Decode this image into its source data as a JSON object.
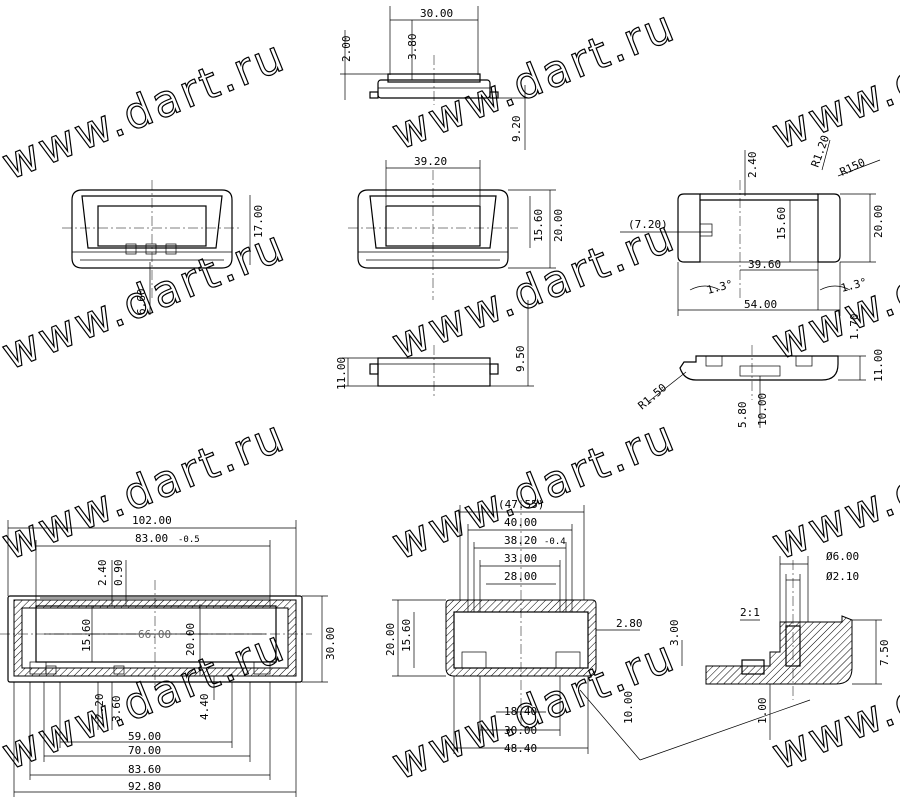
{
  "watermark": "www.dart.ru",
  "scale_label": "2:1",
  "dimensions": {
    "top_view": [
      "30.00",
      "3.80",
      "2.00",
      "9.20"
    ],
    "front_left": [
      "17.00",
      "6.60"
    ],
    "front_mid": [
      "39.20",
      "15.60",
      "20.00"
    ],
    "side_right": [
      "2.40",
      "R1.20",
      "R150",
      "(7.20)",
      "15.60",
      "20.00",
      "39.60",
      "1.3°",
      "1.3°",
      "54.00"
    ],
    "bottom_mid": [
      "11.00",
      "9.50"
    ],
    "bottom_right": [
      "1.70",
      "11.00",
      "R1.50",
      "5.80",
      "10.00"
    ],
    "section_left": [
      "102.00",
      "83.00",
      "-0.5",
      "2.40",
      "0.90",
      "15.60",
      "66.00",
      "20.00",
      "30.00",
      "2.20",
      "3.60",
      "4.40",
      "59.00",
      "70.00",
      "83.60",
      "92.80"
    ],
    "section_mid": [
      "(47.55)",
      "40.00",
      "38.20",
      "-0.4",
      "33.00",
      "28.00",
      "20.00",
      "15.60",
      "2.80",
      "18.40",
      "30.00",
      "48.40",
      "10.00"
    ],
    "detail": [
      "Ø6.00",
      "Ø2.10",
      "3.00",
      "7.50",
      "1.00"
    ]
  }
}
